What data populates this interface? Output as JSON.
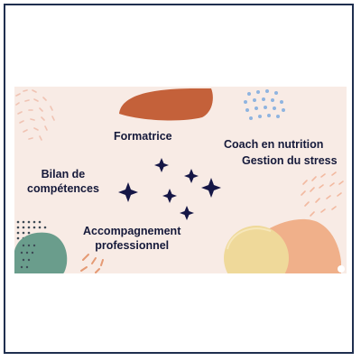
{
  "labels": {
    "formatrice": "Formatrice",
    "coach": "Coach en nutrition",
    "stress": "Gestion du stress",
    "bilan_line1": "Bilan de",
    "bilan_line2": "compétences",
    "accompagnement_line1": "Accompagnement",
    "accompagnement_line2": "professionnel"
  },
  "colors": {
    "frame_border": "#1f2f4f",
    "banner_background": "#f8ebe5",
    "text": "#15193a",
    "rust_blob": "#c4613a",
    "dot_blue": "#8fb4e0",
    "teal_blob": "#6a9d8c",
    "yellow_circle": "#efd99a",
    "peach_blob": "#f0b08a",
    "sparkles": "#151646"
  },
  "icons": [
    "sparkle-icon"
  ]
}
